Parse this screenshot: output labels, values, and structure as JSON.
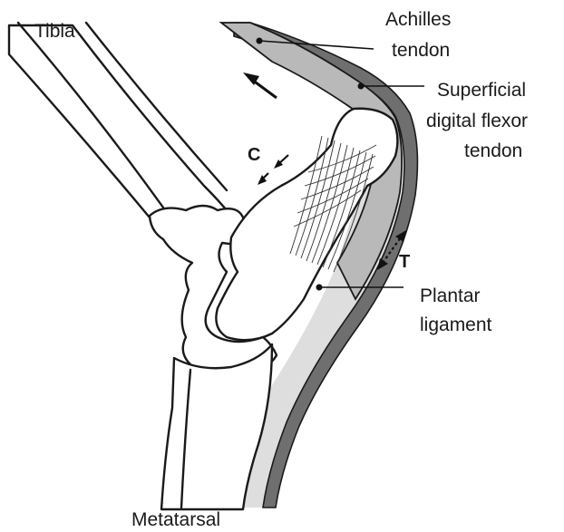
{
  "labels": {
    "tibia": "Tibia",
    "achilles_line1": "Achilles",
    "achilles_line2": "tendon",
    "sdf_line1": "Superficial",
    "sdf_line2": "digital flexor",
    "sdf_line3": "tendon",
    "plantar_line1": "Plantar",
    "plantar_line2": "ligament",
    "metatarsal": "Metatarsal",
    "compression": "C",
    "tension": "T"
  },
  "colors": {
    "achilles_band": "#b9b9b9",
    "sdf_band": "#6f6f6f",
    "plantar_band": "#dedede",
    "bone_fill": "#ffffff",
    "ink": "#1a1a1a"
  }
}
